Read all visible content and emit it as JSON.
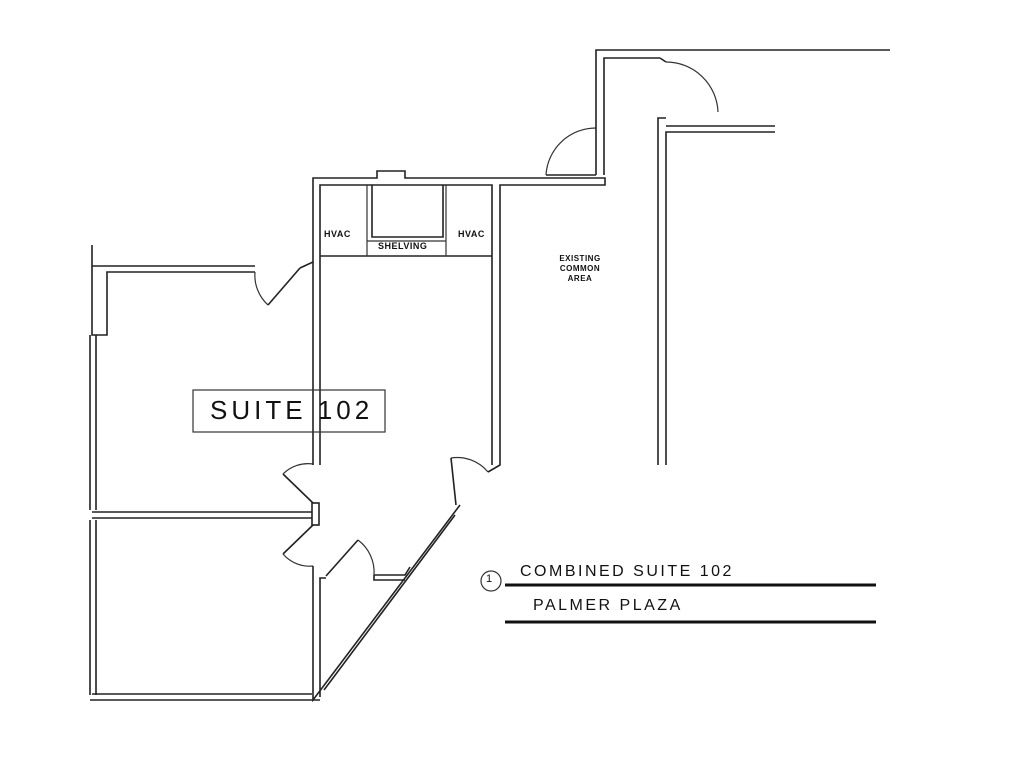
{
  "plan": {
    "room_labels": {
      "hvac_left": "HVAC",
      "shelving": "SHELVING",
      "hvac_right": "HVAC",
      "common_area": "EXISTING COMMON AREA",
      "suite": "SUITE 102"
    },
    "title_block": {
      "number": "1",
      "title": "COMBINED SUITE 102",
      "subtitle": "PALMER PLAZA"
    }
  }
}
